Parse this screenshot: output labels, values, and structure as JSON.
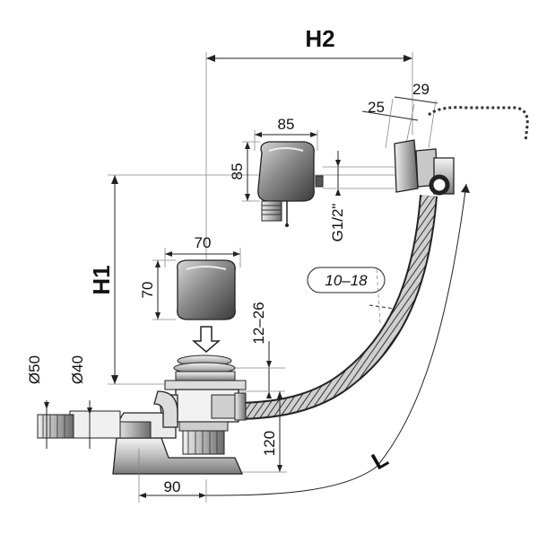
{
  "diagram": {
    "labels": {
      "h2": "H2",
      "h1": "H1",
      "l": "L",
      "d85w": "85",
      "d85h": "85",
      "d70w": "70",
      "d70h": "70",
      "d25": "25",
      "d29": "29",
      "g12": "G1/2\"",
      "r1018": "10–18",
      "r1226": "12–26",
      "d120": "120",
      "d90": "90",
      "o50": "Ø50",
      "o40": "Ø40"
    },
    "colors": {
      "line": "#222222",
      "metal_dark": "#555555",
      "metal_light": "#e6e6e6",
      "background": "#ffffff"
    }
  }
}
